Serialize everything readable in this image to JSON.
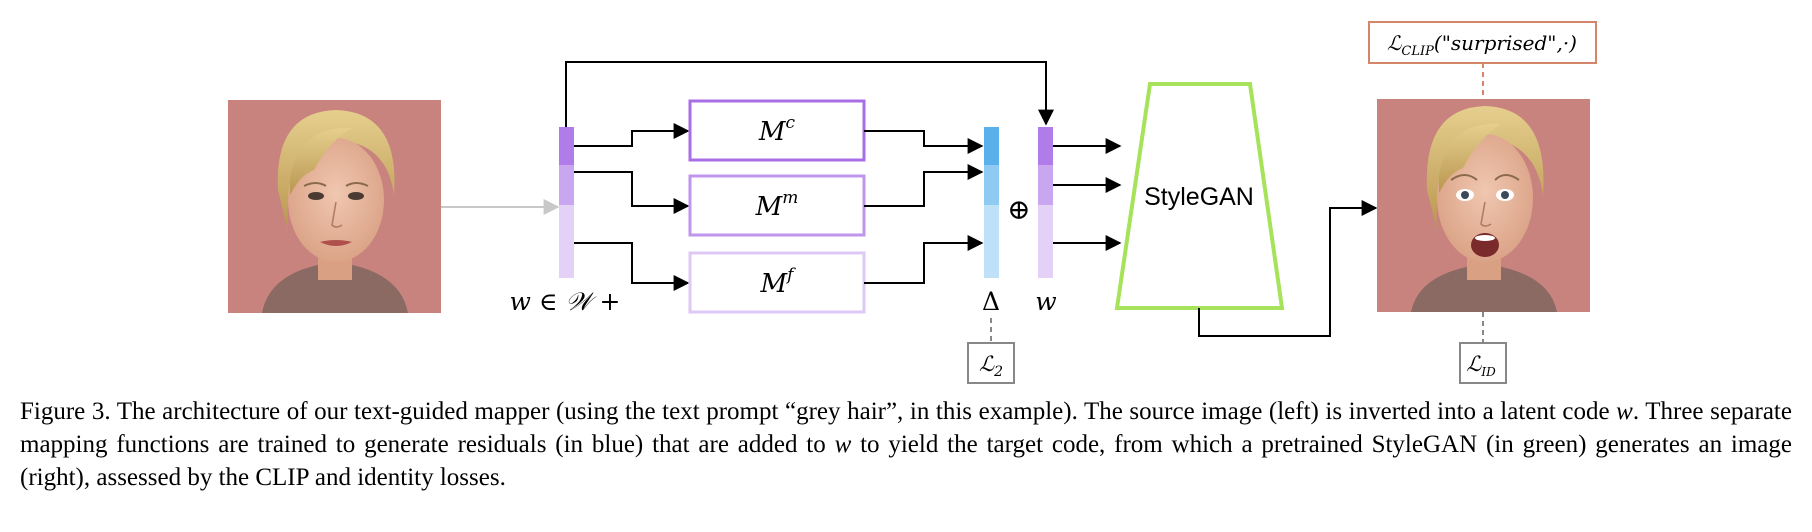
{
  "figure": {
    "mappers": [
      {
        "base": "M",
        "sup": "c"
      },
      {
        "base": "M",
        "sup": "m"
      },
      {
        "base": "M",
        "sup": "f"
      }
    ],
    "latent_label": "w ∈ 𝒲 +",
    "delta_label": "Δ",
    "w_label": "w",
    "plus_symbol": "⊕",
    "stylegan_label": "StyleGAN",
    "loss_l2": {
      "base": "ℒ",
      "sub": "2"
    },
    "loss_id": {
      "base": "ℒ",
      "sub": "ID"
    },
    "loss_clip": {
      "base": "ℒ",
      "sub": "CLIP",
      "args": "(\"surprised\",·)"
    },
    "colors": {
      "code_dark": "#b07cea",
      "code_mid": "#c9a6f0",
      "code_light": "#e3d1f7",
      "mapper_c": "#a86ee6",
      "mapper_m": "#bf95ee",
      "mapper_f": "#ddc8f6",
      "res_dark": "#5ab0ea",
      "res_mid": "#8ecaf2",
      "res_light": "#bfe1f8",
      "stylegan": "#a6e35a",
      "clip_box": "#d4866a",
      "face_bg": "#c9837f"
    }
  },
  "caption": {
    "part1": "Figure 3. The architecture of our text-guided mapper (using the text prompt “grey hair”, in this example).  The source image (left) is inverted into a latent code ",
    "var1": "w",
    "part2": ". Three separate mapping functions are trained to generate residuals (in blue) that are added to ",
    "var2": "w",
    "part3": " to yield the target code, from which a pretrained StyleGAN (in green) generates an image (right), assessed by the CLIP and identity losses."
  }
}
